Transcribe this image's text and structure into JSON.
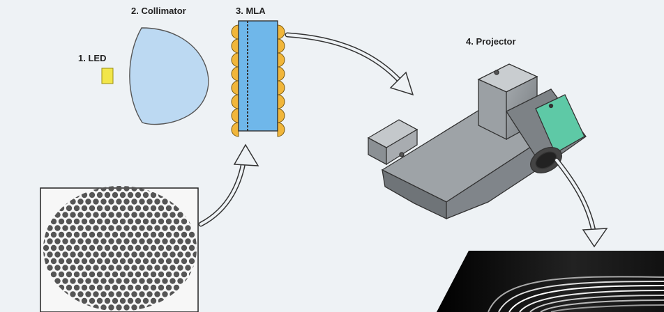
{
  "labels": {
    "led": "1. LED",
    "collimator": "2. Collimator",
    "mla": "3. MLA",
    "projector": "4. Projector"
  },
  "colors": {
    "background": "#eef2f5",
    "led": "#f2e64a",
    "collimator": "#bcd9f2",
    "mla_core": "#6fb7ea",
    "mla_lens": "#f1b63a",
    "projector_body": "#8d9296",
    "projector_accent": "#5ec9a6",
    "output_screen": "#000000"
  }
}
